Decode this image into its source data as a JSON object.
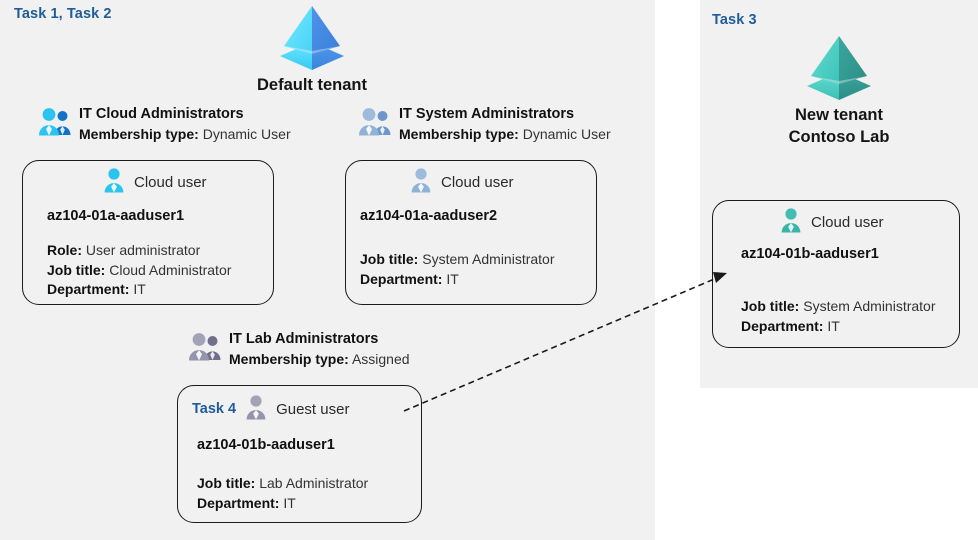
{
  "panels": {
    "left": {
      "task_tag": "Task 1, Task 2"
    },
    "right": {
      "task_tag": "Task 3"
    }
  },
  "colors": {
    "panel_background": "#f1f1f1",
    "page_background": "#ffffff",
    "task_label": "#1f5c99",
    "card_border": "#1b1b1b",
    "tenant_default_light": "#50e6ff",
    "tenant_default_dark": "#3e8ae6",
    "tenant_new_light": "#4fd1c5",
    "tenant_new_dark": "#2f9e93",
    "group_icon_cloud": "#2bc4f0",
    "group_icon_system": "#8ab0d9",
    "group_icon_lab": "#8a8aa3"
  },
  "default_tenant": {
    "icon": "tenant-pyramid-icon",
    "label": "Default tenant"
  },
  "new_tenant": {
    "icon": "tenant-pyramid-icon",
    "label_line1": "New  tenant",
    "label_line2": "Contoso Lab"
  },
  "groups": [
    {
      "id": "it-cloud-administrators",
      "icon": "group-users-icon",
      "name": "IT Cloud Administrators",
      "meta_label": "Membership type:",
      "meta_value": "Dynamic User"
    },
    {
      "id": "it-system-administrators",
      "icon": "group-users-icon",
      "name": "IT System Administrators",
      "meta_label": "Membership type:",
      "meta_value": "Dynamic User"
    },
    {
      "id": "it-lab-administrators",
      "icon": "group-users-icon",
      "name": "IT Lab Administrators",
      "meta_label": "Membership type:",
      "meta_value": "Assigned"
    }
  ],
  "cards": {
    "aaduser1": {
      "icon": "cloud-user-icon",
      "user_type": "Cloud user",
      "name": "az104-01a-aaduser1",
      "attrs": [
        {
          "label": "Role:",
          "value": "User administrator"
        },
        {
          "label": "Job title:",
          "value": "Cloud Administrator"
        },
        {
          "label": "Department:",
          "value": "IT"
        }
      ]
    },
    "aaduser2": {
      "icon": "cloud-user-icon",
      "user_type": "Cloud user",
      "name": "az104-01a-aaduser2",
      "attrs": [
        {
          "label": "Job title:",
          "value": "System Administrator"
        },
        {
          "label": "Department:",
          "value": "IT"
        }
      ]
    },
    "guest": {
      "task_tag": "Task 4",
      "icon": "guest-user-icon",
      "user_type": "Guest user",
      "name": "az104-01b-aaduser1",
      "attrs": [
        {
          "label": "Job title:",
          "value": "Lab Administrator"
        },
        {
          "label": "Department:",
          "value": "IT"
        }
      ]
    },
    "newtenant_user": {
      "icon": "cloud-user-icon",
      "user_type": "Cloud user",
      "name": "az104-01b-aaduser1",
      "attrs": [
        {
          "label": "Job title:",
          "value": "System Administrator"
        },
        {
          "label": "Department:",
          "value": "IT"
        }
      ]
    }
  },
  "connector": {
    "name": "guest-invite-arrow",
    "style": "dashed-arrow"
  }
}
